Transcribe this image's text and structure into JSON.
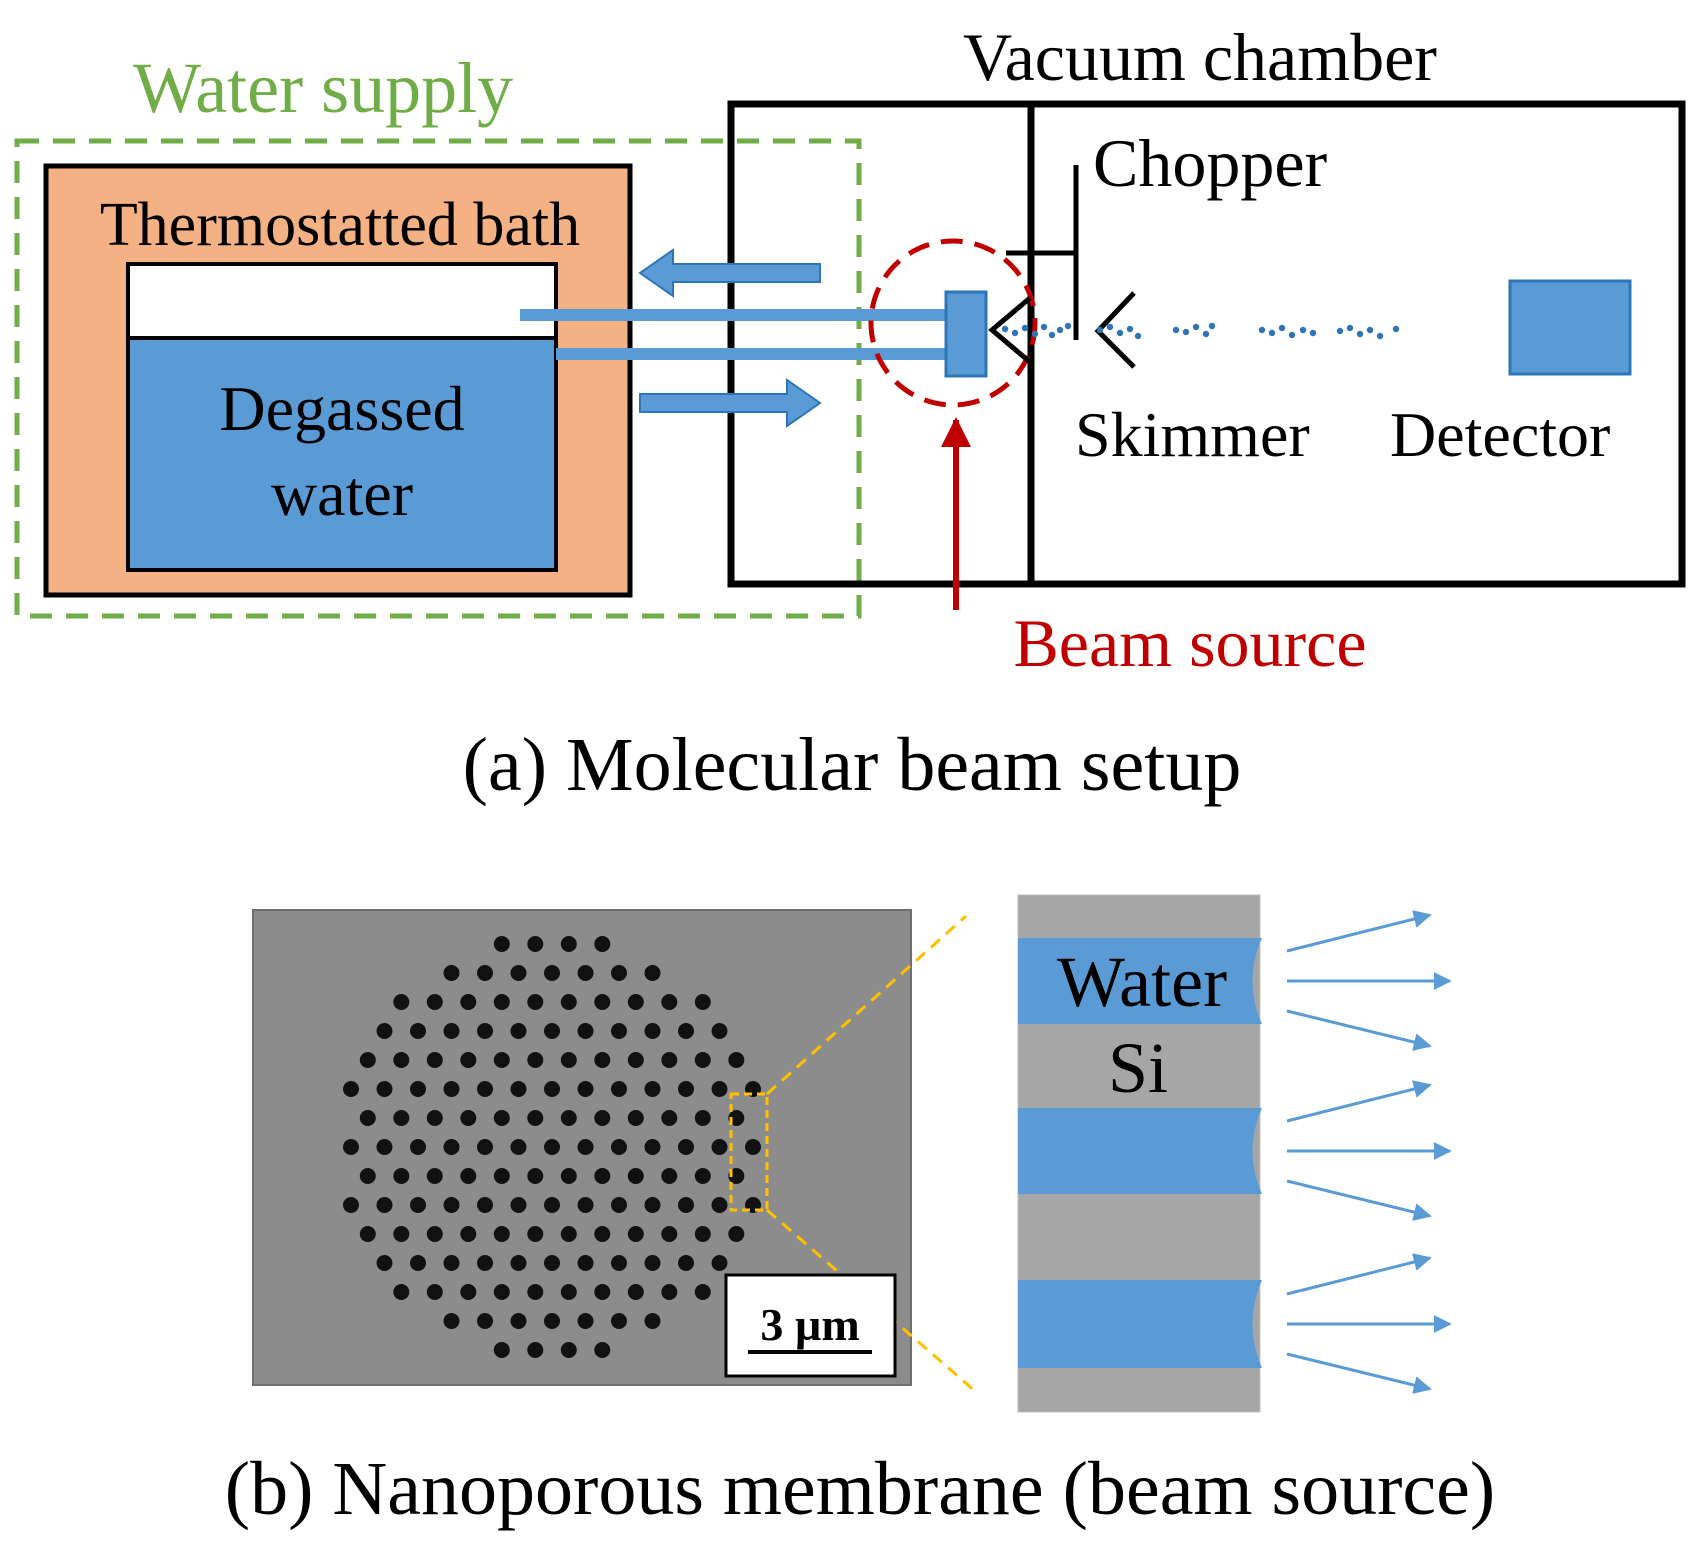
{
  "colors": {
    "water_supply": "#70AD47",
    "bath": "#F4B183",
    "water": "#5B9BD5",
    "beam_source": "#C00000",
    "zoom_guide": "#FFC000",
    "silicon": "#A6A6A6",
    "sem_background": "#8C8C8C",
    "outline": "#000000"
  },
  "panel_a": {
    "water_supply_label": "Water supply",
    "vacuum_chamber_label": "Vacuum chamber",
    "bath_label": "Thermostatted bath",
    "water_label_line1": "Degassed",
    "water_label_line2": "water",
    "chopper_label": "Chopper",
    "skimmer_label": "Skimmer",
    "detector_label": "Detector",
    "beam_source_label": "Beam source",
    "caption": "(a) Molecular beam setup"
  },
  "panel_b": {
    "scale_bar_label": "3 µm",
    "water_label": "Water",
    "si_label": "Si",
    "caption": "(b) Nanoporous membrane (beam source)"
  }
}
